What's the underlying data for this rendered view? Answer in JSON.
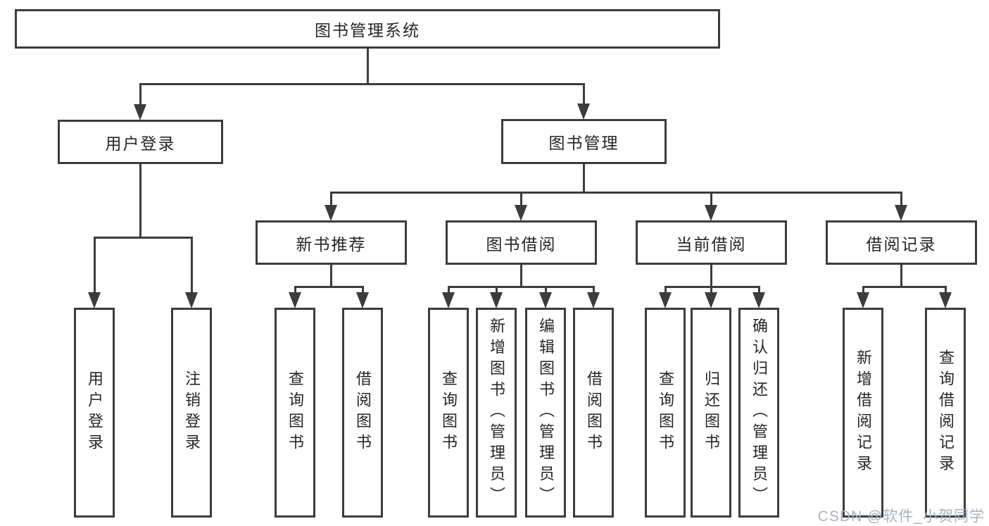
{
  "tree": {
    "label": "图书管理系统",
    "children": [
      {
        "label": "用户登录",
        "children": [
          {
            "label": "用户登录"
          },
          {
            "label": "注销登录"
          }
        ]
      },
      {
        "label": "图书管理",
        "children": [
          {
            "label": "新书推荐",
            "children": [
              {
                "label": "查询图书"
              },
              {
                "label": "借阅图书"
              }
            ]
          },
          {
            "label": "图书借阅",
            "children": [
              {
                "label": "查询图书"
              },
              {
                "label": "新增图书（管理员）"
              },
              {
                "label": "编辑图书（管理员）"
              },
              {
                "label": "借阅图书"
              }
            ]
          },
          {
            "label": "当前借阅",
            "children": [
              {
                "label": "查询图书"
              },
              {
                "label": "归还图书"
              },
              {
                "label": "确认归还（管理员）"
              }
            ]
          },
          {
            "label": "借阅记录",
            "children": [
              {
                "label": "新增借阅记录"
              },
              {
                "label": "查询借阅记录"
              }
            ]
          }
        ]
      }
    ]
  },
  "watermark": {
    "text": "CSDN @软件_小贺同学"
  },
  "colors": {
    "line": "#3c3c3c",
    "border": "#3c3c3c",
    "text": "#262626",
    "watermark": "#abb1bb",
    "background": "#ffffff"
  }
}
